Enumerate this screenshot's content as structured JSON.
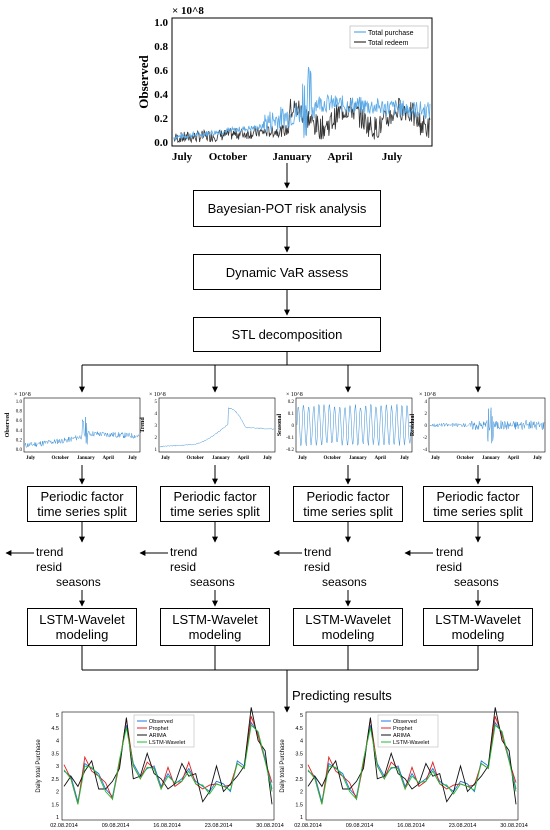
{
  "top_chart": {
    "exponent": "× 10^8",
    "y_label": "Observed",
    "y_ticks": [
      "1.0",
      "0.8",
      "0.6",
      "0.4",
      "0.2",
      "0.0"
    ],
    "x_ticks": [
      "July",
      "October",
      "January",
      "April",
      "July"
    ],
    "legend": [
      "Total purchase",
      "Total redeem"
    ],
    "colors": {
      "purchase": "#5aa9e6",
      "redeem": "#333333"
    }
  },
  "steps": {
    "bayes": "Bayesian-POT risk analysis",
    "var": "Dynamic VaR assess",
    "stl": "STL decomposition"
  },
  "small_charts": [
    {
      "exponent": "× 10^8",
      "y_label": "Observed",
      "y_ticks": [
        "1.0",
        "0.8",
        "0.6",
        "0.4",
        "0.2",
        "0.0"
      ],
      "x_ticks": [
        "July",
        "October",
        "January",
        "April",
        "July"
      ]
    },
    {
      "exponent": "× 10^8",
      "y_label": "Trend",
      "y_ticks": [
        "5",
        "4",
        "3",
        "2",
        "1"
      ],
      "x_ticks": [
        "July",
        "October",
        "January",
        "April",
        "July"
      ]
    },
    {
      "exponent": "× 10^8",
      "y_label": "Seasonal",
      "y_ticks": [
        "0.2",
        "0.1",
        "0",
        "-0.1",
        "-0.2"
      ],
      "x_ticks": [
        "July",
        "October",
        "January",
        "April",
        "July"
      ]
    },
    {
      "exponent": "× 10^8",
      "y_label": "Residual",
      "y_ticks": [
        "4",
        "2",
        "0",
        "-2",
        "-4"
      ],
      "x_ticks": [
        "July",
        "October",
        "January",
        "April",
        "July"
      ]
    }
  ],
  "split_box": {
    "line1": "Periodic factor",
    "line2": "time series split"
  },
  "split_outputs": {
    "trend": "trend",
    "resid": "resid",
    "seasons": "seasons"
  },
  "model_box": {
    "line1": "LSTM-Wavelet",
    "line2": "modeling"
  },
  "predicting": "Predicting results",
  "result_chart": {
    "y_label": "Daily total Purchase",
    "y_ticks": [
      "5",
      "4.5",
      "4",
      "3.5",
      "3",
      "2.5",
      "2",
      "1.5",
      "1"
    ],
    "x_ticks": [
      "02.08.2014",
      "09.08.2014",
      "16.08.2014",
      "23.08.2014",
      "30.08.2014"
    ],
    "legend": [
      "Observed",
      "Prophet",
      "ARIMA",
      "LSTM-Wavelet"
    ],
    "colors": [
      "#1f77e0",
      "#e02020",
      "#111111",
      "#22bb33"
    ]
  }
}
